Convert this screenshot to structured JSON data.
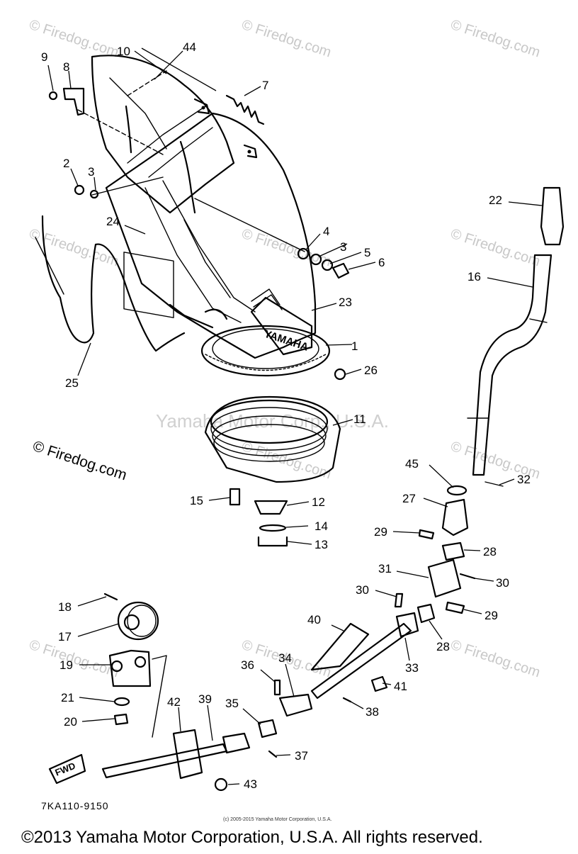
{
  "watermarks": {
    "firedog": "© Firedog.com",
    "center": "Yamaha Motor Corp., U.S.A."
  },
  "callouts": [
    "1",
    "2",
    "3",
    "3",
    "4",
    "5",
    "6",
    "7",
    "8",
    "9",
    "10",
    "11",
    "12",
    "13",
    "14",
    "15",
    "16",
    "17",
    "18",
    "19",
    "20",
    "21",
    "22",
    "23",
    "24",
    "25",
    "26",
    "27",
    "28",
    "28",
    "29",
    "29",
    "30",
    "30",
    "31",
    "32",
    "33",
    "34",
    "35",
    "36",
    "37",
    "38",
    "39",
    "40",
    "41",
    "42",
    "43",
    "44",
    "45"
  ],
  "labels": {
    "decal_text": "YAMAHA",
    "fwd_text": "FWD",
    "diagram_code": "7KA110-9150",
    "small_copyright": "(c) 2005-2015 Yamaha Motor Corporation, U.S.A.",
    "footer": "©2013 Yamaha Motor Corporation, U.S.A. All rights reserved."
  }
}
